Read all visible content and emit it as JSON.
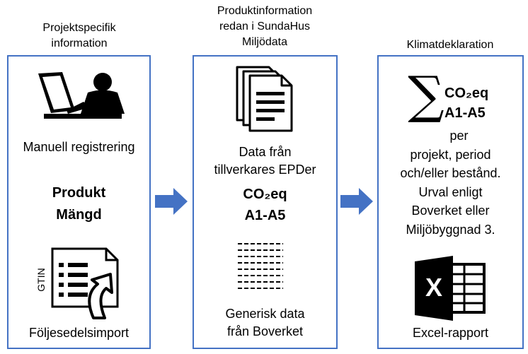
{
  "columns": [
    {
      "header": [
        "Projektspecifik",
        "information"
      ],
      "manual_label": "Manuell registrering",
      "product_label": [
        "Produkt",
        "Mängd"
      ],
      "gtin_label": "GTIN",
      "import_label": "Följesedelsimport"
    },
    {
      "header": [
        "Produktinformation",
        "redan i SundaHus",
        "Miljödata"
      ],
      "epd_label": [
        "Data från",
        "tillverkares EPDer"
      ],
      "metric": [
        "CO₂eq",
        "A1-A5"
      ],
      "generic_label": [
        "Generisk data",
        "från Boverket"
      ]
    },
    {
      "header": [
        "Klimatdeklaration"
      ],
      "sum_symbol": "∑",
      "metric": [
        "CO₂eq",
        "A1-A5"
      ],
      "description": [
        "per",
        "projekt, period",
        "och/eller bestånd.",
        "Urval enligt",
        "Boverket eller",
        "Miljöbyggnad 3."
      ],
      "excel_letter": "X",
      "report_label": "Excel-rapport"
    }
  ],
  "colors": {
    "border": "#4472c4",
    "arrow": "#4472c4"
  },
  "icons": [
    "computer-user-icon",
    "document-stack-icon",
    "dashed-lines-icon",
    "import-list-icon",
    "excel-icon"
  ]
}
